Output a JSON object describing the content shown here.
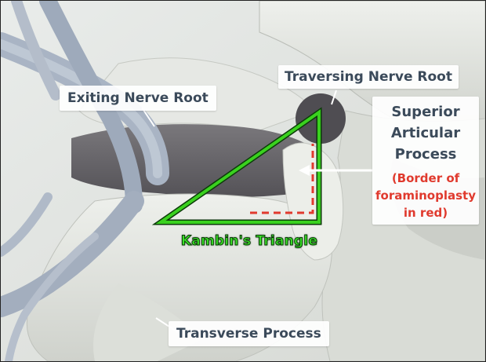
{
  "labels": {
    "exiting_nerve_root": "Exiting Nerve Root",
    "traversing_nerve_root": "Traversing Nerve Root",
    "superior_articular_process": [
      "Superior",
      "Articular",
      "Process"
    ],
    "foraminoplasty_note": [
      "(Border of",
      "foraminoplasty",
      "in red)"
    ],
    "kambins_triangle": "Kambin's Triangle",
    "transverse_process": "Transverse Process"
  },
  "colors": {
    "triangle_outline": "#3ad11f",
    "foraminoplasty_border": "#e03a2e",
    "label_text": "#3b4a5a",
    "bone": "#e4e6e2",
    "disc": "#5e5c60",
    "nerve": "#a9b4c4"
  }
}
